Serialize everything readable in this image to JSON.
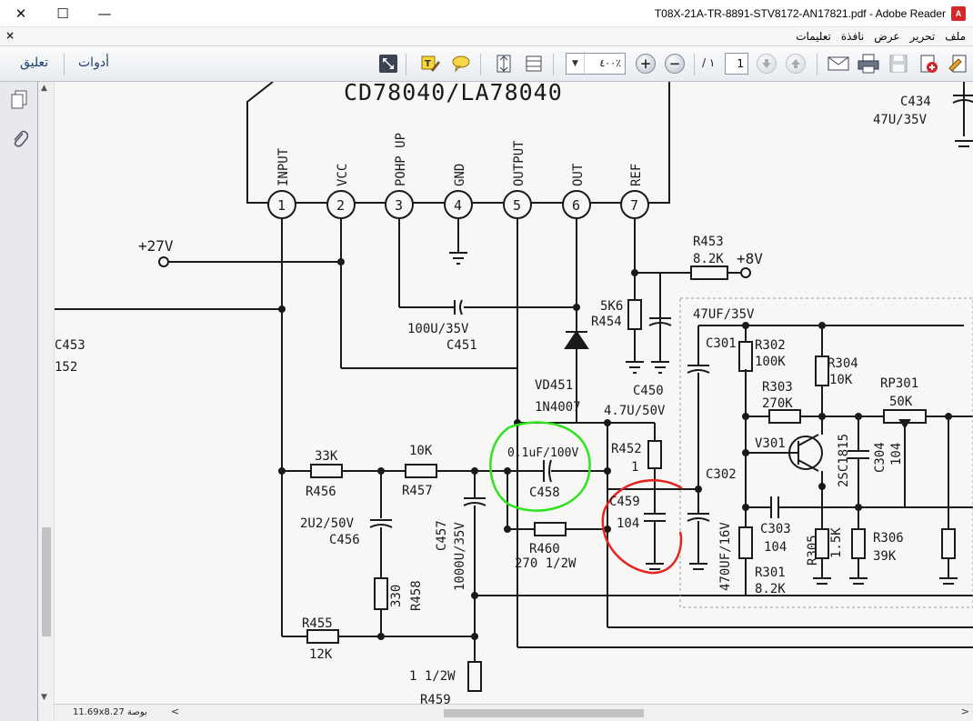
{
  "window": {
    "title": "T08X-21A-TR-8891-STV8172-AN17821.pdf - Adobe Reader",
    "close_glyph": "✕",
    "maximize_glyph": "☐",
    "minimize_glyph": "—",
    "pdf_badge": "A"
  },
  "menubar": {
    "close_glyph": "×",
    "items": [
      "ملف",
      "تحرير",
      "عرض",
      "نافذة",
      "تعليمات"
    ]
  },
  "toolbar": {
    "comment_label": "تعليق",
    "tools_label": "أدوات",
    "zoom_value": "٤٠٠٪",
    "zoom_dropdown_glyph": "▼",
    "page_current": "1",
    "page_total": "/ ١",
    "icons": [
      "fullscreen-icon",
      "highlight-icon",
      "comment-bubble-icon",
      "fit-page-icon",
      "fit-width-icon",
      "zoom-in-icon",
      "zoom-out-icon",
      "next-page-icon",
      "prev-page-icon",
      "email-icon",
      "print-icon",
      "save-icon",
      "create-pdf-icon",
      "sign-icon"
    ],
    "zoom_in_glyph": "+",
    "zoom_out_glyph": "−"
  },
  "statusbar": {
    "page_size": "11.69x8.27 بوصة",
    "scroll_left_glyph": "<",
    "scroll_right_glyph": ">"
  },
  "schematic": {
    "ic_name": "CD78040/LA78040",
    "pins": [
      {
        "num": "1",
        "name": "INPUT"
      },
      {
        "num": "2",
        "name": "VCC"
      },
      {
        "num": "3",
        "name": "POHP UP"
      },
      {
        "num": "4",
        "name": "GND"
      },
      {
        "num": "5",
        "name": "OUTPUT"
      },
      {
        "num": "6",
        "name": "OUT"
      },
      {
        "num": "7",
        "name": "REF"
      }
    ],
    "labels": {
      "v27": "+27V",
      "v8": "+8V",
      "r453_name": "R453",
      "r453_val": "8.2K",
      "r454_val": "5K6",
      "r454_name": "R454",
      "c451_val": "100U/35V",
      "c451_name": "C451",
      "c453": "C453",
      "l452": "152",
      "vd451_name": "VD451",
      "vd451_val": "1N4007",
      "c450_name": "C450",
      "c450_val": "4.7U/50V",
      "c434_name": "C434",
      "c434_val": "47U/35V",
      "c301_name": "C301",
      "c301_val": "47UF/35V",
      "r302_name": "R302",
      "r302_val": "100K",
      "r303_name": "R303",
      "r303_val": "270K",
      "r304_name": "R304",
      "r304_val": "10K",
      "rp301_name": "RP301",
      "rp301_val": "50K",
      "v301": "V301",
      "q_type": "2SC1815",
      "c304_name": "C304",
      "c304_val": "104",
      "c302_name": "C302",
      "c303_name": "C303",
      "c303_val": "104",
      "r305_name": "R305",
      "r305_val": "1.5K",
      "r306_name": "R306",
      "r306_val": "39K",
      "r301_name": "R301",
      "r301_val": "8.2K",
      "c302_val": "470UF/16V",
      "r456_val": "33K",
      "r456_name": "R456",
      "r457_val": "10K",
      "r457_name": "R457",
      "c458_val": "0.1uF/100V",
      "c458_name": "C458",
      "r452_name": "R452",
      "r452_val": "1",
      "c459_name": "C459",
      "c459_val": "104",
      "c456_val": "2U2/50V",
      "c456_name": "C456",
      "c457_name": "C457",
      "c457_val": "1000U/35V",
      "r460_name": "R460",
      "r460_val": "270 1/2W",
      "r458_val": "330",
      "r458_name": "R458",
      "r455_name": "R455",
      "r455_val": "12K",
      "r459_val": "1 1/2W",
      "r459_name": "R459"
    }
  }
}
